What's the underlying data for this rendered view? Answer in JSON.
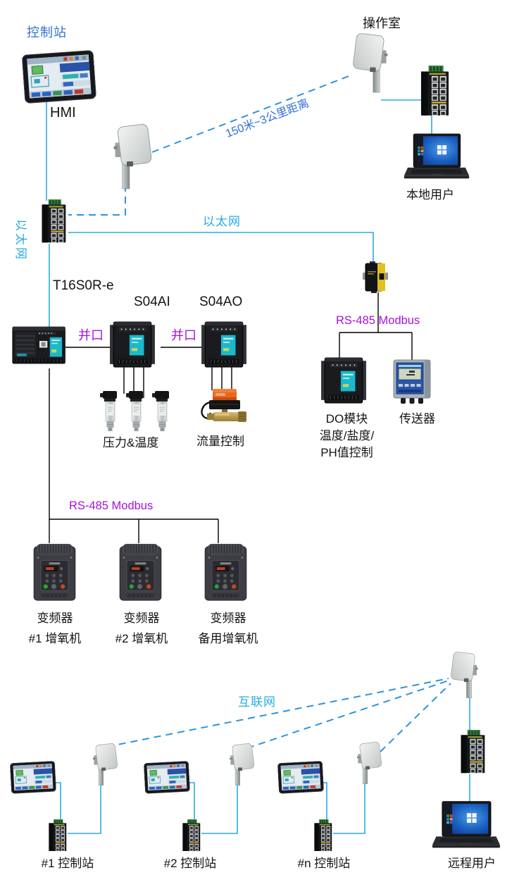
{
  "colors": {
    "cyan_line": "#29ACDF",
    "blue_text": "#3170D8",
    "dash_blue": "#2E93DE",
    "purple_text": "#A414DC",
    "black_line": "#000000"
  },
  "top": {
    "control_station": "控制站",
    "hmi": "HMI",
    "operation_room": "操作室",
    "local_user": "本地用户",
    "wireless_distance": "150米~3公里距离",
    "ethernet_left": "以太网",
    "ethernet_main": "以太网"
  },
  "plc": {
    "model": "T16S0R-e",
    "module_ai": "S04AI",
    "module_ao": "S04AO",
    "parallel_left": "并口",
    "parallel_right": "并口",
    "pressure_temp": "压力&温度",
    "flow_control": "流量控制"
  },
  "rs485": {
    "right_label": "RS-485 Modbus",
    "left_label": "RS-485 Modbus",
    "do_module_line1": "DO模块",
    "do_module_line2": "温度/盐度/",
    "do_module_line3": "PH值控制",
    "transmitter": "传送器"
  },
  "vfds": [
    {
      "name": "变频器",
      "machine": "#1 增氧机"
    },
    {
      "name": "变频器",
      "machine": "#2 增氧机"
    },
    {
      "name": "变频器",
      "machine": "备用增氧机"
    }
  ],
  "bottom": {
    "internet": "互联网",
    "station1": "#1 控制站",
    "station2": "#2 控制站",
    "station_n": "#n 控制站",
    "remote_user": "远程用户"
  }
}
